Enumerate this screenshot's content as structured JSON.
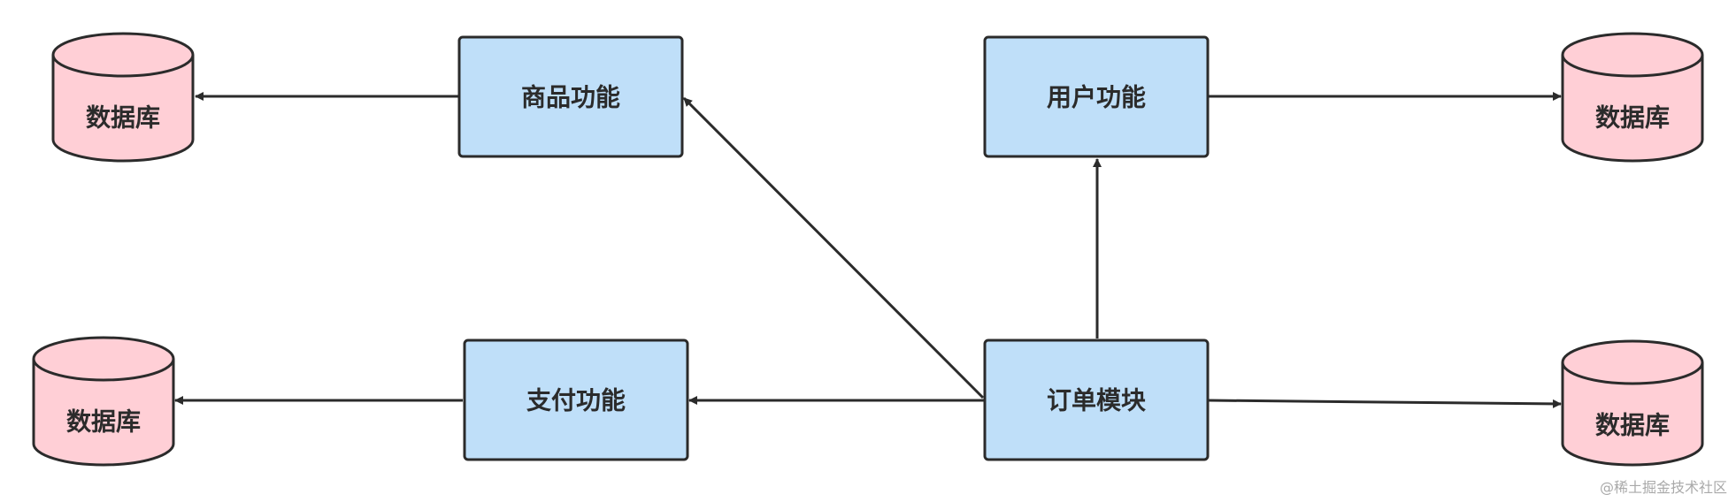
{
  "nodes": {
    "product": "商品功能",
    "user": "用户功能",
    "payment": "支付功能",
    "order": "订单模块"
  },
  "databases": {
    "top_left": "数据库",
    "top_right": "数据库",
    "bottom_left": "数据库",
    "bottom_right": "数据库"
  },
  "colors": {
    "box_fill": "#bfdff9",
    "db_fill": "#ffcfd6",
    "stroke": "#2b2b2b"
  },
  "watermark": "@稀土掘金技术社区"
}
